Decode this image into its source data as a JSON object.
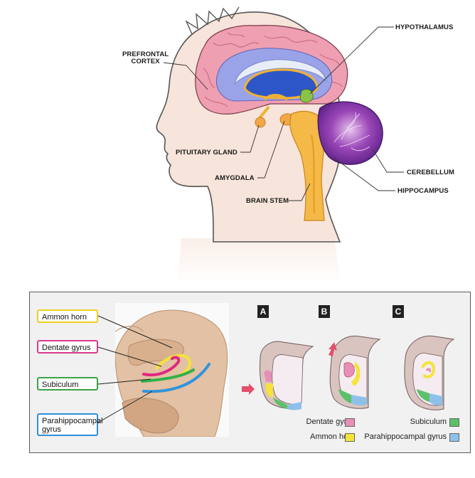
{
  "labels": {
    "prefrontal_line1": "PREFRONTAL",
    "prefrontal_line2": "CORTEX",
    "hypothalamus": "HYPOTHALAMUS",
    "pituitary": "PITUITARY GLAND",
    "amygdala": "AMYGDALA",
    "brain_stem": "BRAIN STEM",
    "cerebellum": "CEREBELLUM",
    "hippocampus": "HIPPOCAMPUS"
  },
  "tags": {
    "ammon": "Ammon horn",
    "dentate": "Dentate gyrus",
    "subiculum": "Subiculum",
    "parahippocampal": "Parahippocampal gyrus"
  },
  "panel_letters": [
    "A",
    "B",
    "C"
  ],
  "legend": {
    "dentate": "Dentate gyrus",
    "ammon": "Ammon horn",
    "subiculum": "Subiculum",
    "parahippocampal": "Parahippocampal gyrus"
  },
  "colors": {
    "dentate": "#e88fb8",
    "ammon": "#f5e33a",
    "subiculum": "#5cc06a",
    "parahippocampal": "#8ec1ea",
    "ammon_border": "#e9d21e",
    "dentate_border": "#d83a8a",
    "subiculum_border": "#3aa348",
    "parahippocampal_border": "#2f8fd6"
  }
}
